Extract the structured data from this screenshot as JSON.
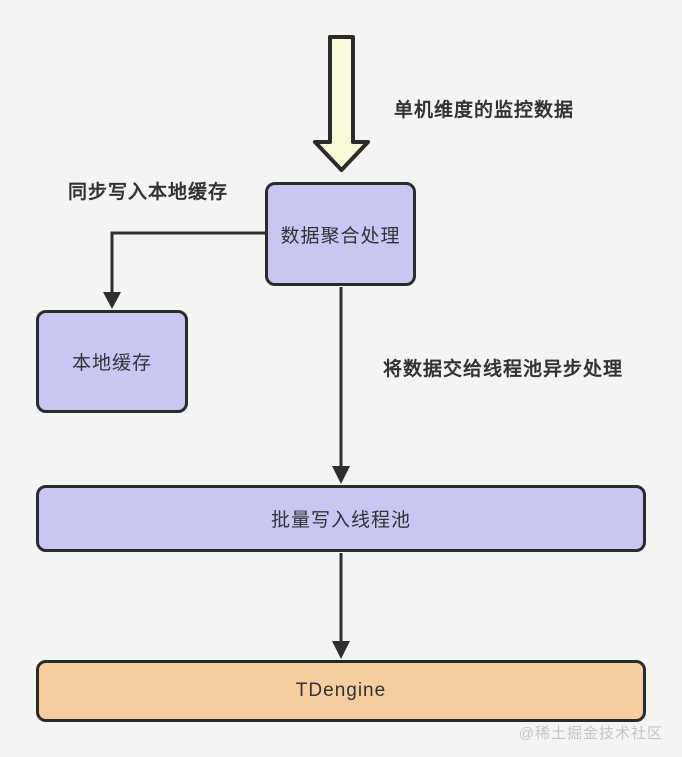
{
  "diagram": {
    "labels": {
      "top_arrow": "单机维度的监控数据",
      "sync_write": "同步写入本地缓存",
      "async_process": "将数据交给线程池异步处理"
    },
    "nodes": {
      "aggregation": "数据聚合处理",
      "local_cache": "本地缓存",
      "thread_pool": "批量写入线程池",
      "tdengine": "TDengine"
    },
    "watermark": "@稀土掘金技术社区",
    "colors": {
      "background": "#f4f4f2",
      "node_purple": "#c9c6f3",
      "node_orange": "#f6cda0",
      "arrow_yellow": "#fafad8",
      "border_dark": "#2b2b2b",
      "connector_dark": "#2f2f2f",
      "text": "#333333",
      "watermark_gray": "#c5c5c5"
    }
  }
}
